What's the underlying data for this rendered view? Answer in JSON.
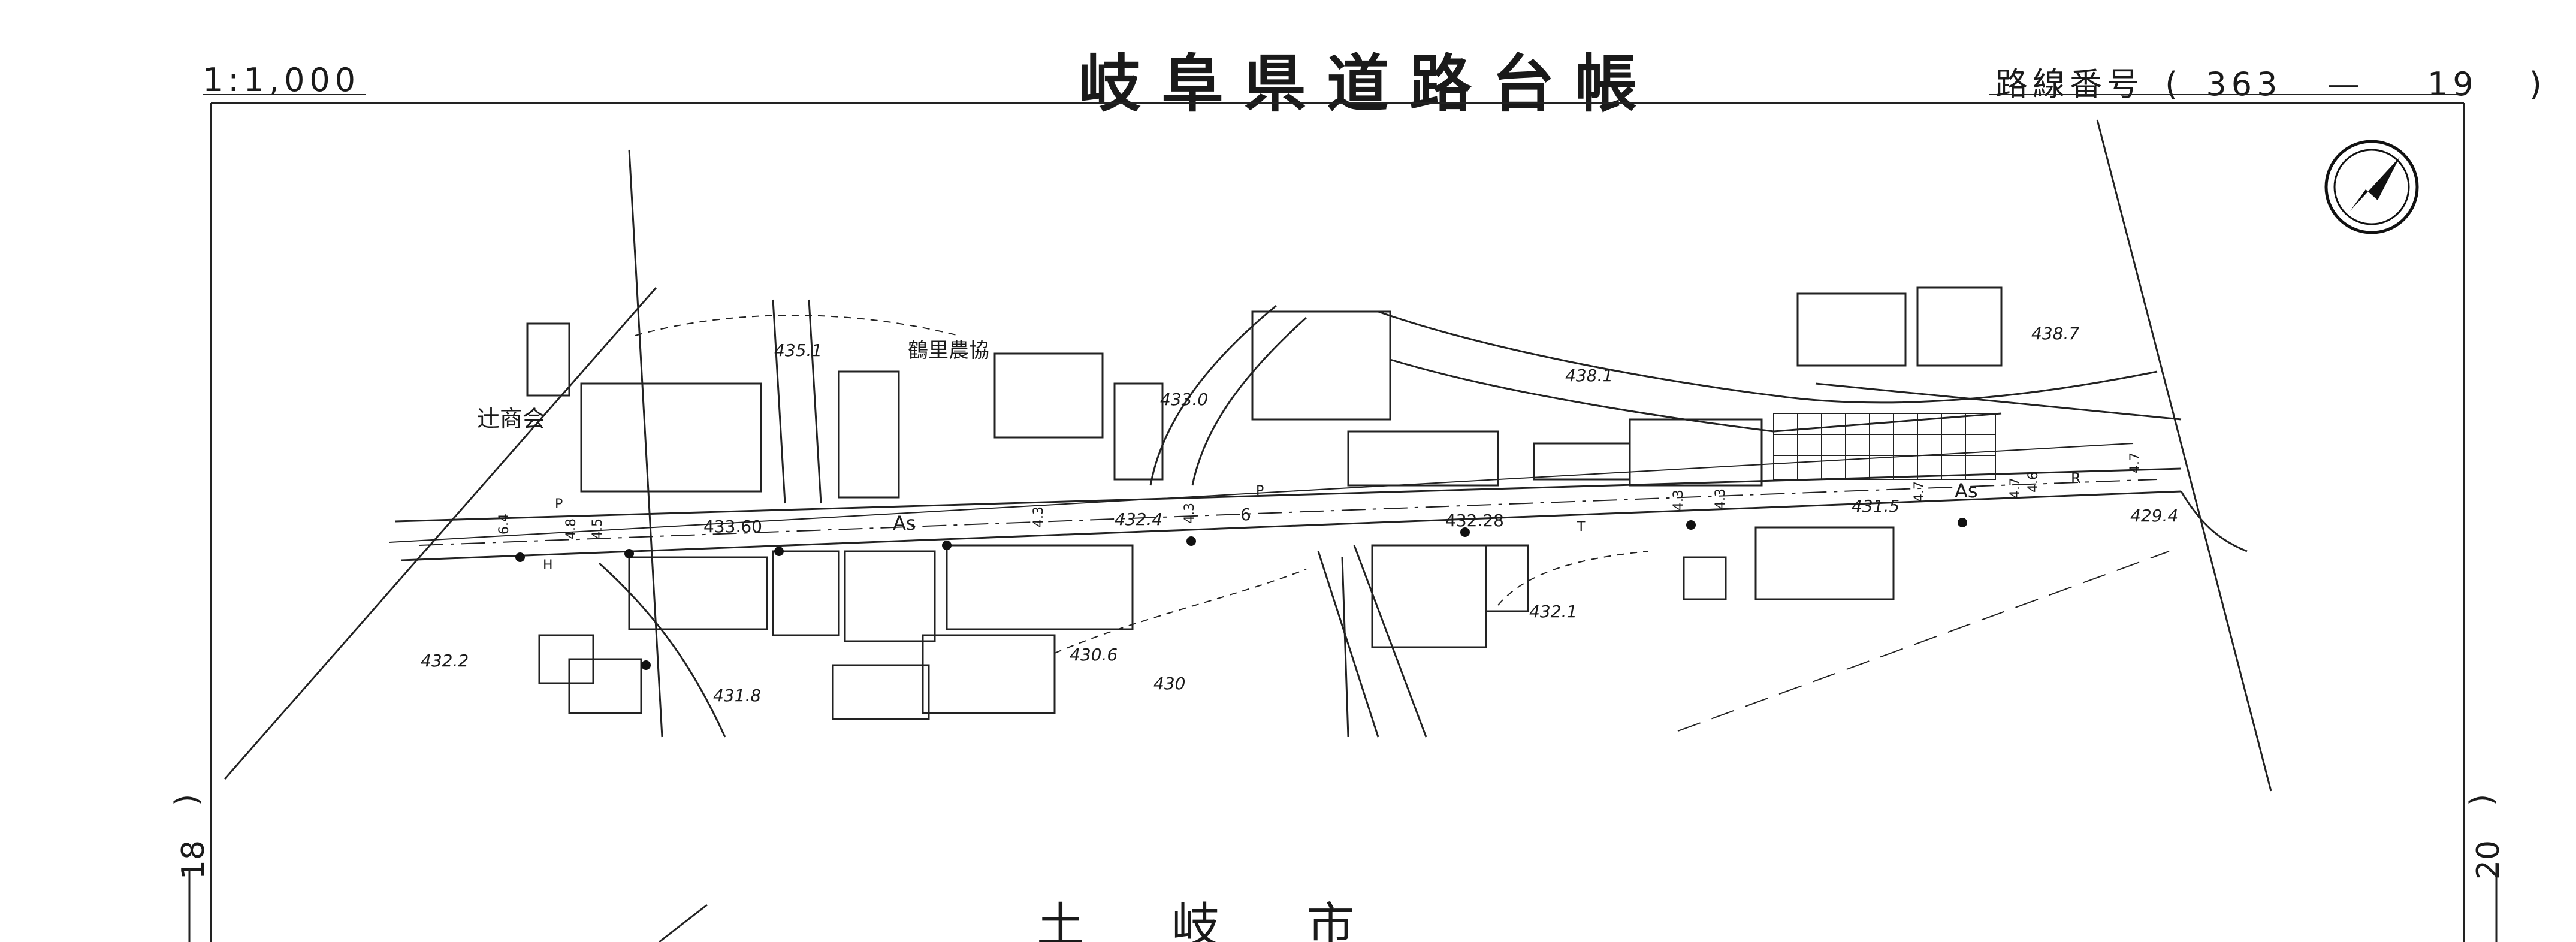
{
  "header": {
    "scale": "1:1,000",
    "title": "岐阜県道路台帳",
    "route_label": "路線番号",
    "route_open": "(",
    "route_no": "363",
    "route_dash": "—",
    "route_sheet": "19",
    "route_close": ")"
  },
  "adjacent_sheets": {
    "left": "18",
    "right": "20",
    "left_paren": ")",
    "right_paren": ")"
  },
  "map": {
    "north_arrow_icon": "north-arrow-icon",
    "place_labels": {
      "tsuji_shokai": "辻商会",
      "tsurusato_nokyo": "鶴里農協",
      "bottom_text": "土 岐 市"
    },
    "surface_labels": {
      "as_left": "As",
      "as_right": "As",
      "r_label": "R"
    },
    "elevations": {
      "e4351": "435.1",
      "e4330": "433.0",
      "e4381": "438.1",
      "e4387": "438.7",
      "e43360": "433.60",
      "e4324": "432.4",
      "e43228": "432.28",
      "e4315": "431.5",
      "e4294": "429.4",
      "e4321": "432.1",
      "e4322": "432.2",
      "e4306": "430.6",
      "e4318": "431.8",
      "e430": "430"
    },
    "widths": {
      "w64": "6.4",
      "w48": "4.8",
      "w45": "4.5",
      "w43a": "4.3",
      "w43b": "4.3",
      "w43c": "4.3",
      "w43d": "4.3",
      "w47a": "4.7",
      "w47b": "4.7",
      "w46": "4.6",
      "w47c": "4.7",
      "w6": "6"
    },
    "symbols": {
      "p_top": "P",
      "p_mid": "P",
      "t_mid": "T",
      "h_left": "H"
    }
  }
}
